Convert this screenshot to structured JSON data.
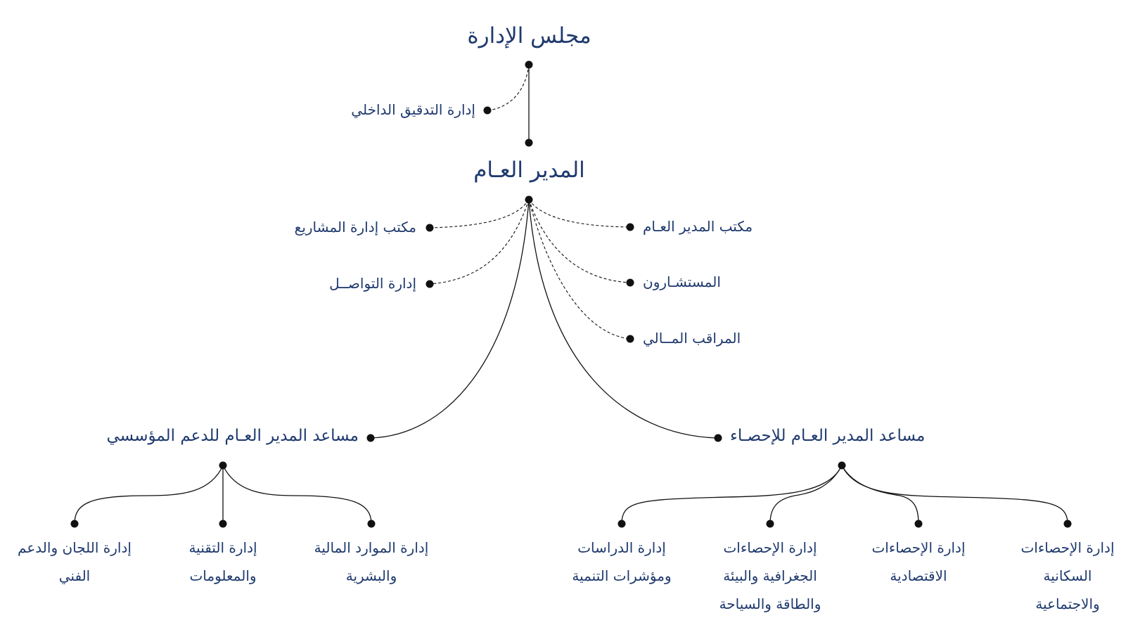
{
  "colors": {
    "text": "#1f3a6e",
    "line": "#111111",
    "background": "#ffffff"
  },
  "nodes": {
    "board": "مجلس الإدارة",
    "internal_audit": "إدارة التدقيق الداخلي",
    "general_manager": "المدير العـام",
    "gm_office": "مكتب المدير العـام",
    "advisors": "المستشـارون",
    "financial_controller": "المراقب المــالي",
    "pmo": "مكتب إدارة المشاريع",
    "communications": "إدارة التواصــل",
    "asst_statistics": "مساعد المدير العـام للإحصـاء",
    "asst_support": "مساعد المدير العـام للدعم المؤسسي"
  },
  "departments": {
    "population": [
      "إدارة الإحصاءات",
      "السكانية",
      "والاجتماعية"
    ],
    "economic": [
      "إدارة الإحصاءات",
      "الاقتصادية"
    ],
    "geographic": [
      "إدارة الإحصاءات",
      "الجغرافية والبيئة",
      "والطاقة والسياحة"
    ],
    "studies": [
      "إدارة الدراسات",
      "ومؤشرات التنمية"
    ],
    "hr_finance": [
      "إدارة الموارد المالية",
      "والبشرية"
    ],
    "it": [
      "إدارة التقنية",
      "والمعلومات"
    ],
    "committees": [
      "إدارة اللجان والدعم",
      "الفني"
    ]
  }
}
